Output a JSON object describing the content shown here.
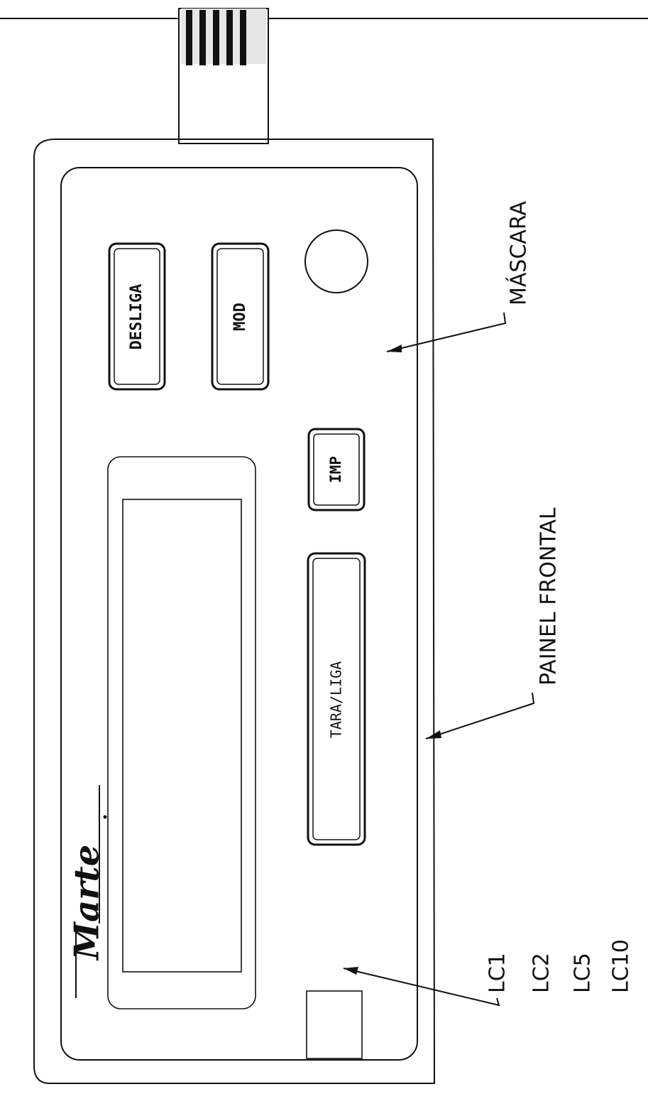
{
  "buttons": {
    "desliga": "DESLIGA",
    "mod": "MOD",
    "imp": "IMP",
    "tara_liga": "TARA/LIGA"
  },
  "labels": {
    "mascara": "MÁSCARA",
    "painel_frontal": "PAINEL FRONTAL"
  },
  "models": [
    "LC1",
    "LC2",
    "LC5",
    "LC10"
  ],
  "brand_logo": "Marte",
  "colors": {
    "ink": "#111111",
    "paper": "#ffffff"
  }
}
